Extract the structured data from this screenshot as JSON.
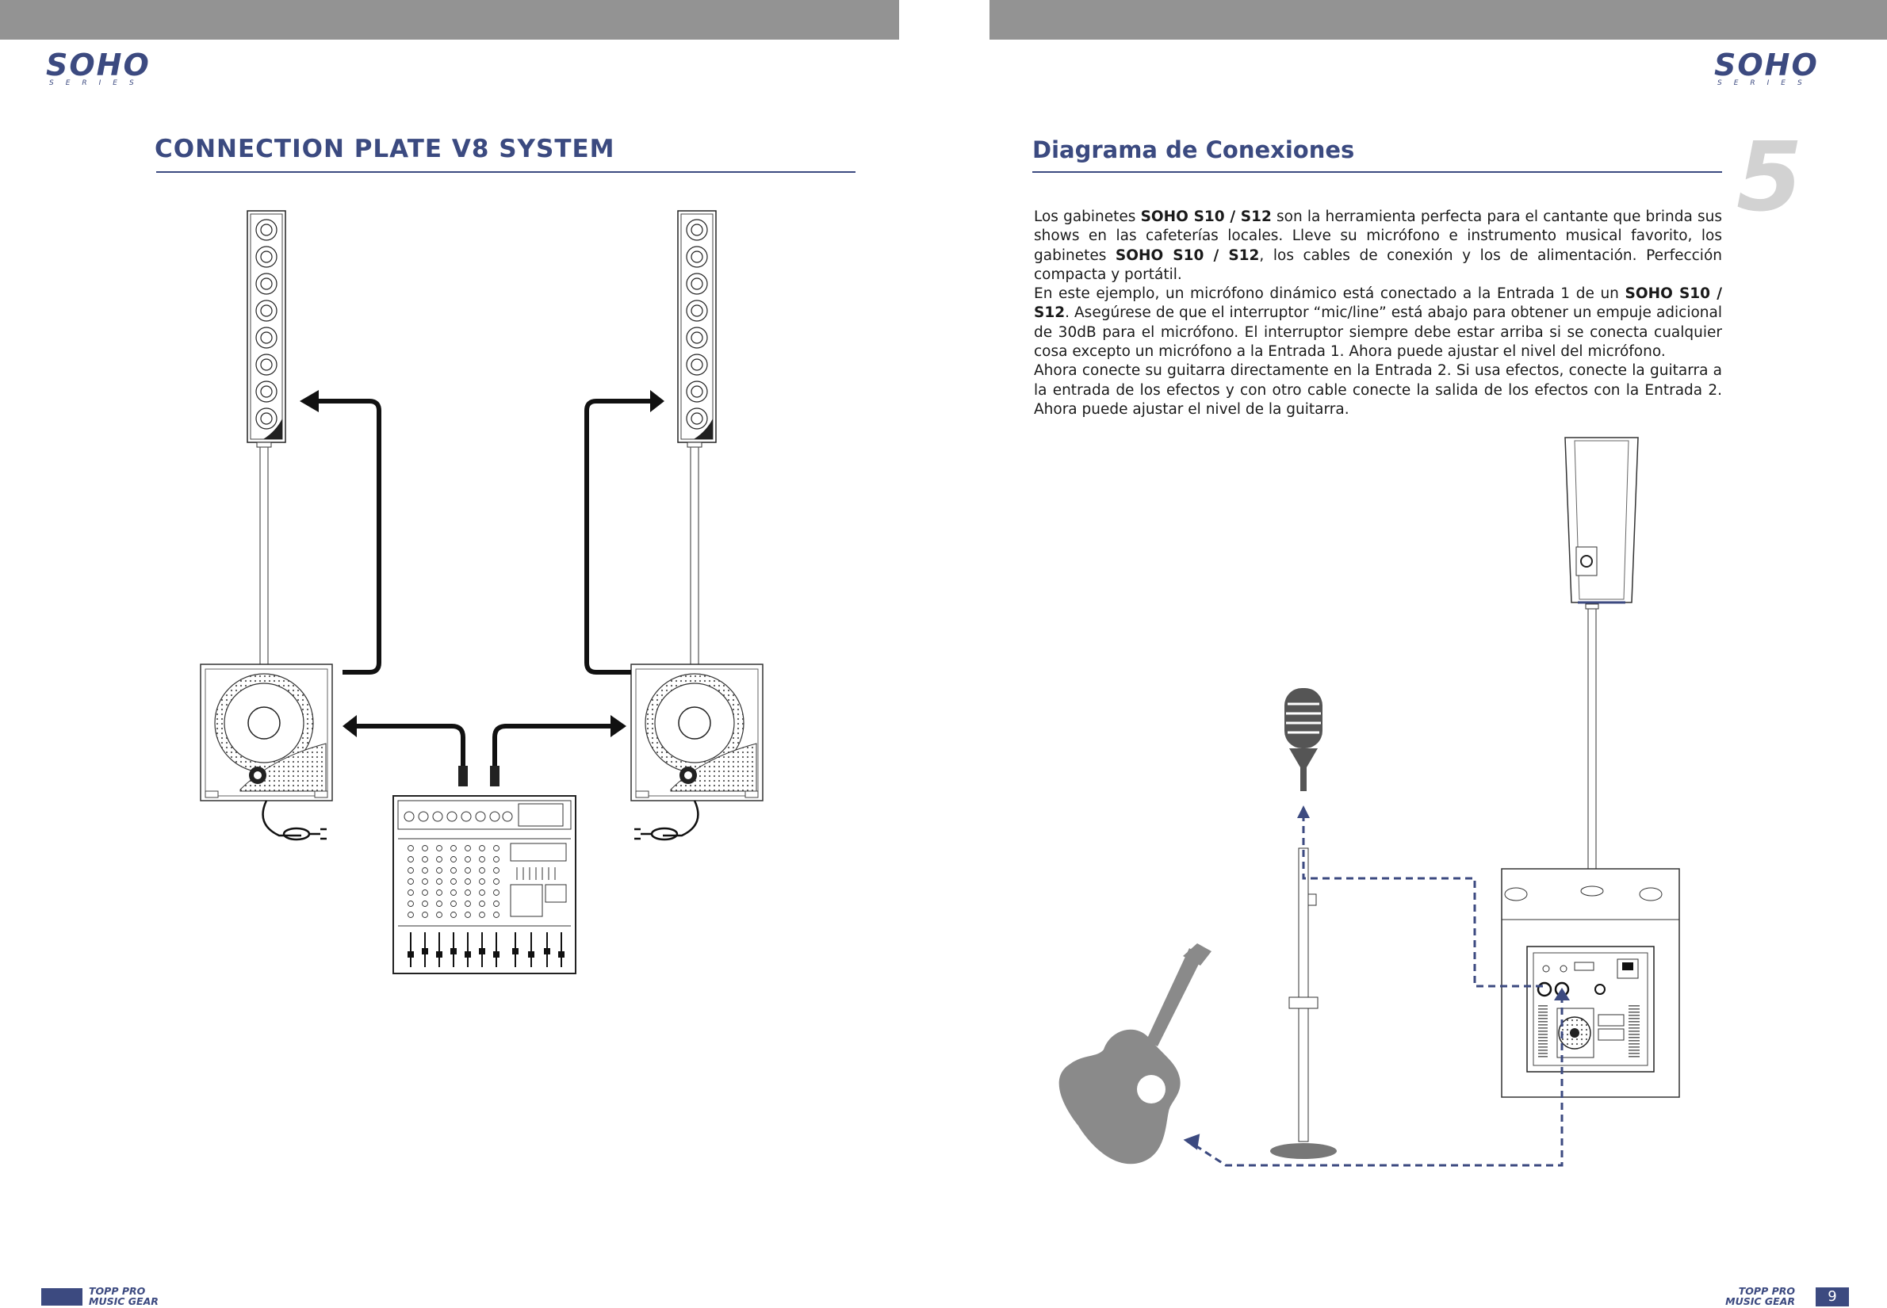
{
  "brand": {
    "logo_word": "SOHO",
    "logo_sub": "SERIES",
    "footer_line1": "TOPP PRO",
    "footer_line2": "MUSIC GEAR"
  },
  "left_page": {
    "title": "CONNECTION PLATE V8 SYSTEM"
  },
  "right_page": {
    "title": "Diagrama de Conexiones",
    "chapter_number": "5",
    "page_number": "9",
    "paragraph1": {
      "t1": "Los gabinetes ",
      "b1": "SOHO S10 / S12",
      "t2": " son la herramienta perfecta para el cantante que brinda sus shows en las cafeterías locales. Lleve su micrófono e instrumento musical favorito, los gabinetes ",
      "b2": "SOHO S10 / S12",
      "t3": ", los cables de conexión y los de alimentación. Perfección compacta y portátil."
    },
    "paragraph2": {
      "t1": "En este ejemplo, un micrófono dinámico está conectado a la Entrada 1 de un ",
      "b1": "SOHO S10 / S12",
      "t2": ". Asegúrese de que el interruptor “mic/line” está abajo para obtener un empuje adicional de 30dB para el micrófono. El interruptor siempre debe estar arriba si se conecta cualquier cosa excepto un micrófono a la Entrada 1. Ahora puede ajustar el nivel del micrófono."
    },
    "paragraph3": "Ahora conecte su guitarra directamente en la Entrada 2. Si usa efectos, conecte la guitarra a la entrada de los efectos y con otro cable conecte la salida de los efectos con la Entrada 2. Ahora puede ajustar el nivel de la guitarra."
  },
  "colors": {
    "accent": "#3c4a80",
    "topbar": "#939393",
    "page_number_grey": "#d2d2d2",
    "guitar_grey": "#8a8a8a"
  }
}
